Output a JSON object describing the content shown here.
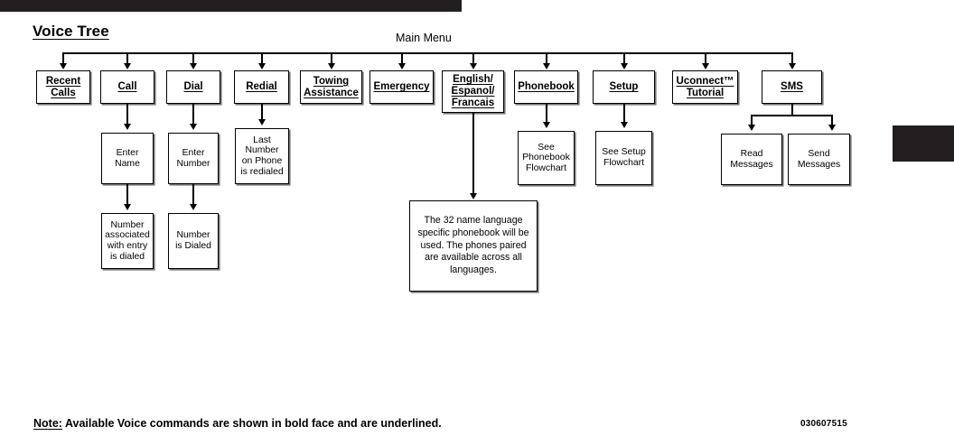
{
  "page": {
    "title": "Voice Tree",
    "root_label": "Main Menu",
    "footnote_lead": "Note:",
    "footnote_rest": "Available Voice commands are shown in bold face and are underlined.",
    "doc_code": "030607515"
  },
  "colors": {
    "ink": "#000000",
    "bar": "#231f20",
    "shadow": "#77767a",
    "paper": "#ffffff"
  },
  "menu_items": [
    {
      "id": "recent-calls",
      "lines": [
        "Recent",
        "Calls"
      ]
    },
    {
      "id": "call",
      "lines": [
        "Call"
      ]
    },
    {
      "id": "dial",
      "lines": [
        "Dial"
      ]
    },
    {
      "id": "redial",
      "lines": [
        "Redial"
      ]
    },
    {
      "id": "towing-assistance",
      "lines": [
        "Towing",
        "Assistance"
      ]
    },
    {
      "id": "emergency",
      "lines": [
        "Emergency"
      ]
    },
    {
      "id": "language",
      "lines": [
        "English/",
        "Espanol/",
        "Francais"
      ]
    },
    {
      "id": "phonebook",
      "lines": [
        "Phonebook"
      ]
    },
    {
      "id": "setup",
      "lines": [
        "Setup"
      ]
    },
    {
      "id": "uconnect-tutorial",
      "lines": [
        "Uconnect™",
        "Tutorial"
      ]
    },
    {
      "id": "sms",
      "lines": [
        "SMS"
      ]
    }
  ],
  "sub_items": {
    "enter_name": {
      "lines": [
        "Enter",
        "Name"
      ]
    },
    "enter_number": {
      "lines": [
        "Enter",
        "Number"
      ]
    },
    "last_number": {
      "lines": [
        "Last",
        "Number",
        "on Phone",
        "is redialed"
      ]
    },
    "number_assoc": {
      "lines": [
        "Number",
        "associated",
        "with entry",
        "is dialed"
      ]
    },
    "number_dialed": {
      "lines": [
        "Number",
        "is Dialed"
      ]
    },
    "see_phonebook": {
      "lines": [
        "See",
        "Phonebook",
        "Flowchart"
      ]
    },
    "see_setup": {
      "lines": [
        "See Setup",
        "Flowchart"
      ]
    },
    "read_messages": {
      "lines": [
        "Read",
        "Messages"
      ]
    },
    "send_messages": {
      "lines": [
        "Send",
        "Messages"
      ]
    },
    "language_note": {
      "lines": [
        "The 32 name language",
        "specific phonebook will be",
        "used. The phones paired",
        "are available across all",
        "languages."
      ]
    }
  }
}
